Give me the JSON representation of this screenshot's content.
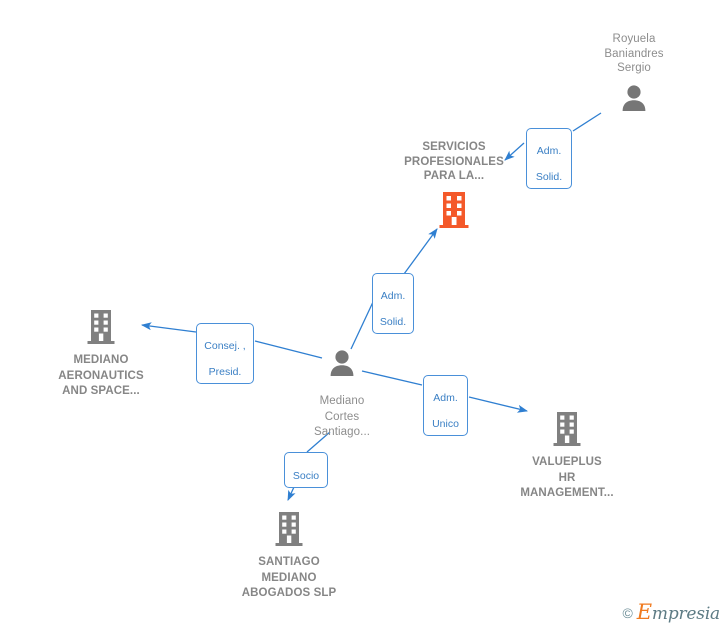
{
  "graph": {
    "title": "Empresia corporate relationship network",
    "background_color": "#ffffff",
    "focus_color": "#f4592a",
    "entity_color": "#808080",
    "relation_color": "#3a7fc4",
    "nodes": [
      {
        "id": "servicios",
        "type": "company",
        "icon": "building-icon",
        "focus": true,
        "label": "SERVICIOS PROFESIONALES PARA LA...",
        "lines": [
          "SERVICIOS",
          "PROFESIONALES",
          "PARA LA..."
        ]
      },
      {
        "id": "royuela",
        "type": "person",
        "icon": "person-icon",
        "focus": false,
        "label": "Royuela Baniandres Sergio",
        "lines": [
          "Royuela",
          "Baniandres",
          "Sergio"
        ]
      },
      {
        "id": "mediano-cortes",
        "type": "person",
        "icon": "person-icon",
        "focus": false,
        "label": "Mediano Cortes Santiago...",
        "lines": [
          "Mediano",
          "Cortes",
          "Santiago..."
        ]
      },
      {
        "id": "mediano-aero",
        "type": "company",
        "icon": "building-icon",
        "focus": false,
        "label": "MEDIANO AERONAUTICS AND SPACE...",
        "lines": [
          "MEDIANO",
          "AERONAUTICS",
          "AND SPACE..."
        ]
      },
      {
        "id": "valueplus",
        "type": "company",
        "icon": "building-icon",
        "focus": false,
        "label": "VALUEPLUS HR MANAGEMENT...",
        "lines": [
          "VALUEPLUS",
          "HR",
          "MANAGEMENT..."
        ]
      },
      {
        "id": "santiago-abogados",
        "type": "company",
        "icon": "building-icon",
        "focus": false,
        "label": "SANTIAGO MEDIANO ABOGADOS SLP",
        "lines": [
          "SANTIAGO",
          "MEDIANO",
          "ABOGADOS SLP"
        ]
      }
    ],
    "edges": [
      {
        "id": "edge-royuela-servicios",
        "from": "royuela",
        "to": "servicios",
        "role_label": "Adm. Solid.",
        "role_lines": [
          "Adm.",
          "Solid."
        ]
      },
      {
        "id": "edge-mediano-servicios",
        "from": "mediano-cortes",
        "to": "servicios",
        "role_label": "Adm. Solid.",
        "role_lines": [
          "Adm.",
          "Solid."
        ]
      },
      {
        "id": "edge-mediano-aero",
        "from": "mediano-cortes",
        "to": "mediano-aero",
        "role_label": "Consej. , Presid.",
        "role_lines": [
          "Consej. ,",
          "Presid."
        ]
      },
      {
        "id": "edge-mediano-valueplus",
        "from": "mediano-cortes",
        "to": "valueplus",
        "role_label": "Adm. Unico",
        "role_lines": [
          "Adm.",
          "Unico"
        ]
      },
      {
        "id": "edge-mediano-abogados",
        "from": "mediano-cortes",
        "to": "santiago-abogados",
        "role_label": "Socio",
        "role_lines": [
          "Socio"
        ]
      }
    ]
  },
  "watermark": {
    "copyright_symbol": "©",
    "brand_initial": "E",
    "brand_rest": "mpresia",
    "brand": "Empresia"
  }
}
